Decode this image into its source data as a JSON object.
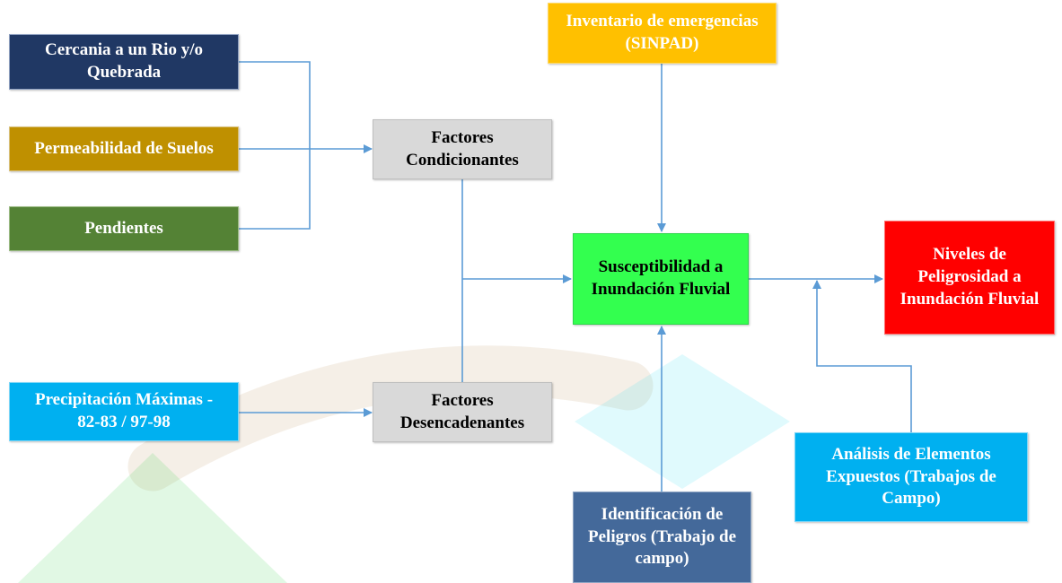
{
  "colors": {
    "connector": "#5b9bd5",
    "watermark_green": "#2ecc40",
    "watermark_cyan": "#00d6f0",
    "watermark_brown": "#c8a878"
  },
  "nodes": {
    "rio": {
      "lines": [
        "Cercania a un Rio y/o",
        "Quebrada"
      ],
      "fill": "#203864"
    },
    "permeabilidad": {
      "lines": [
        "Permeabilidad de Suelos"
      ],
      "fill": "#bf9000"
    },
    "pendientes": {
      "lines": [
        "Pendientes"
      ],
      "fill": "#548235"
    },
    "precipitacion": {
      "lines": [
        "Precipitación Máximas -",
        "82-83 / 97-98"
      ],
      "fill": "#00b0f0"
    },
    "condicionantes": {
      "lines": [
        "Factores",
        "Condicionantes"
      ],
      "fill": "#d9d9d9"
    },
    "desencadenantes": {
      "lines": [
        "Factores",
        "Desencadenantes"
      ],
      "fill": "#d9d9d9"
    },
    "inventario": {
      "lines": [
        "Inventario de emergencias",
        "(SINPAD)"
      ],
      "fill": "#ffc000"
    },
    "susceptibilidad": {
      "lines": [
        "Susceptibilidad a",
        "Inundación Fluvial"
      ],
      "fill": "#33ff4f"
    },
    "niveles": {
      "lines": [
        "Niveles de",
        "Peligrosidad a",
        "Inundación Fluvial"
      ],
      "fill": "#ff0000"
    },
    "analisis": {
      "lines": [
        "Análisis de Elementos",
        "Expuestos (Trabajos de",
        "Campo)"
      ],
      "fill": "#00b0f0"
    },
    "identificacion": {
      "lines": [
        "Identificación de",
        "Peligros (Trabajo de",
        "campo)"
      ],
      "fill": "#44699a"
    }
  }
}
